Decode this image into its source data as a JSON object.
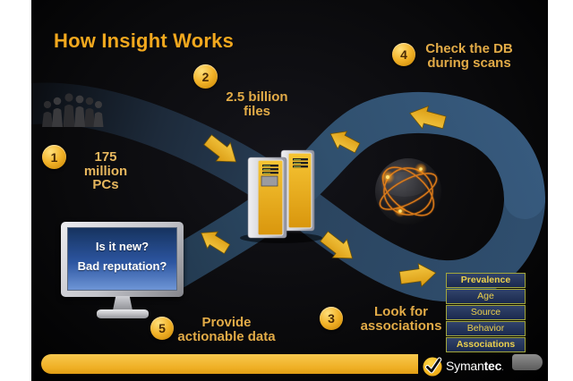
{
  "slide": {
    "title": "How Insight Works",
    "steps": [
      {
        "number": "1",
        "label": "175\nmillion\nPCs"
      },
      {
        "number": "2",
        "label": "2.5 billion\nfiles"
      },
      {
        "number": "3",
        "label": "Look for\nassociations"
      },
      {
        "number": "4",
        "label": "Check the DB\nduring scans"
      },
      {
        "number": "5",
        "label": "Provide\nactionable data"
      }
    ],
    "monitor": {
      "lines": [
        "Is it new?",
        "Bad reputation?"
      ]
    },
    "attribute_table": {
      "rows": [
        {
          "label": "Prevalence"
        },
        {
          "label": "Age"
        },
        {
          "label": "Source"
        },
        {
          "label": "Behavior"
        },
        {
          "label": "Associations"
        }
      ]
    },
    "logo": {
      "name_light": "Syman",
      "name_bold": "tec",
      "suffix": "."
    },
    "colors": {
      "accent_gold": "#F2A81E",
      "ribbon_blue": "#30506E",
      "arrow_gold": "#E8B31D",
      "table_border": "#A3A73C",
      "screen_blue": "#2C55A0",
      "background": "#000000"
    }
  }
}
